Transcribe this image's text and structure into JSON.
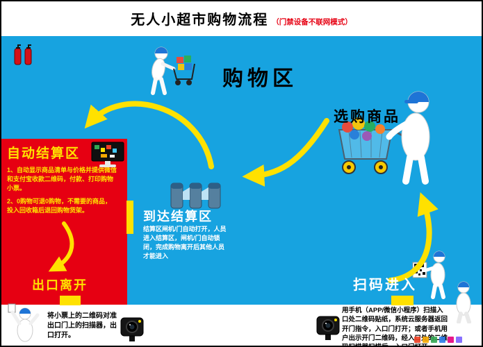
{
  "header": {
    "title": "无人小超市购物流程",
    "subtitle": "（门禁设备不联网模式）"
  },
  "zones": {
    "shopping": {
      "label": "购物区"
    },
    "pick": {
      "label": "选购商品"
    },
    "scan_enter": {
      "label": "扫码进入"
    },
    "gate": {
      "title": "到达结算区",
      "desc": "结算区闸机/门自动打开，人员进入结算区，闸机/门自动锁闭，完成购物离开后其他人员才能进入"
    },
    "auto_checkout": {
      "title": "自动结算区",
      "note1": "1、自动显示商品清单与价格并提供微信和支付宝收款二维码，付款、打印购物小票。",
      "note2": "2、0购物可退0购物，不需要的商品，投入回收箱后退回购物货架。",
      "exit_label": "出口离开"
    }
  },
  "footer": {
    "left_note": "将小票上的二维码对准出口门上的扫描器，出口打开。",
    "right_note": "用手机（APP/微信小程序）扫描入口处二维码贴纸，系统云服务器返回开门指令，入口门打开；或者手机用户出示开门二维码，经入口处的二维码扫描器扫描后，入口门打开。"
  },
  "colors": {
    "blue": "#17a3e0",
    "red": "#e60012",
    "yellow": "#ffe100",
    "helmet": "#1e74d6"
  },
  "icons": {
    "fire_extinguisher": "red-cylinder-shape",
    "pos_monitor": "screen-with-colored-pixels",
    "turnstile_gate": "flap-barrier-pedestals",
    "scanner_camera": "black-camera-box",
    "qr_code": "qr-grid",
    "shopper": "white-mannequin-blue-helmet",
    "cart": "shopping-cart-with-goods",
    "flow_arrow": "curved-yellow-arrow"
  }
}
